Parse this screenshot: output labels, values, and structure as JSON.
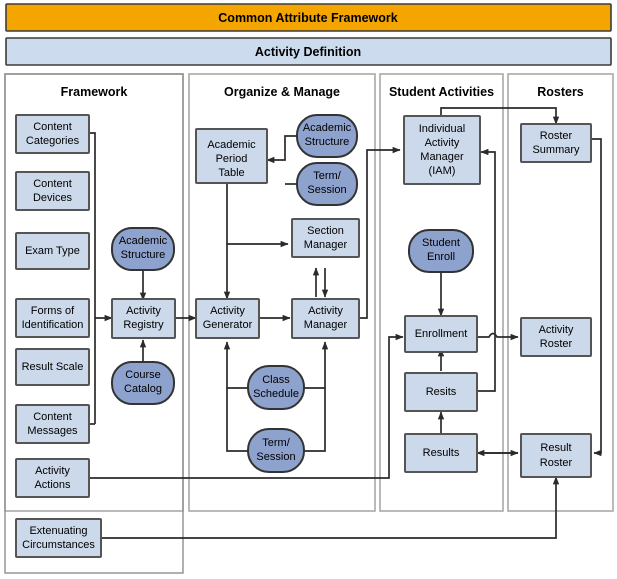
{
  "banner": {
    "top_title": "Common Attribute Framework",
    "top_color": "#f5a500",
    "sub_title": "Activity Definition",
    "sub_color": "#ccdcee"
  },
  "palette": {
    "rect_fill": "#ccd9ea",
    "pill_fill": "#8ea2ce",
    "border": "#555555",
    "connector": "#2b2b2b",
    "panel_border": "#a8a8a8"
  },
  "panels": [
    {
      "id": "framework",
      "title": "Framework"
    },
    {
      "id": "organize",
      "title": "Organize & Manage"
    },
    {
      "id": "student",
      "title": "Student Activities"
    },
    {
      "id": "rosters",
      "title": "Rosters"
    }
  ],
  "nodes": {
    "framework": [
      {
        "id": "content-categories",
        "shape": "rect",
        "lines": [
          "Content",
          "Categories"
        ]
      },
      {
        "id": "content-devices",
        "shape": "rect",
        "lines": [
          "Content",
          "Devices"
        ]
      },
      {
        "id": "exam-type",
        "shape": "rect",
        "lines": [
          "Exam Type"
        ]
      },
      {
        "id": "forms-of-identification",
        "shape": "rect",
        "lines": [
          "Forms of",
          "Identification"
        ]
      },
      {
        "id": "result-scale",
        "shape": "rect",
        "lines": [
          "Result Scale"
        ]
      },
      {
        "id": "content-messages",
        "shape": "rect",
        "lines": [
          "Content",
          "Messages"
        ]
      },
      {
        "id": "activity-actions",
        "shape": "rect",
        "lines": [
          "Activity",
          "Actions"
        ]
      },
      {
        "id": "extenuating-circumstances",
        "shape": "rect",
        "lines": [
          "Extenuating",
          "Circumstances"
        ]
      },
      {
        "id": "academic-structure-fw",
        "shape": "pill",
        "lines": [
          "Academic",
          "Structure"
        ]
      },
      {
        "id": "activity-registry",
        "shape": "rect",
        "lines": [
          "Activity",
          "Registry"
        ]
      },
      {
        "id": "course-catalog",
        "shape": "pill",
        "lines": [
          "Course",
          "Catalog"
        ]
      }
    ],
    "organize": [
      {
        "id": "academic-period-table",
        "shape": "rect",
        "lines": [
          "Academic",
          "Period",
          "Table"
        ]
      },
      {
        "id": "academic-structure-om",
        "shape": "pill",
        "lines": [
          "Academic",
          "Structure"
        ]
      },
      {
        "id": "term-session-top",
        "shape": "pill",
        "lines": [
          "Term/",
          "Session"
        ]
      },
      {
        "id": "section-manager",
        "shape": "rect",
        "lines": [
          "Section",
          "Manager"
        ]
      },
      {
        "id": "activity-generator",
        "shape": "rect",
        "lines": [
          "Activity",
          "Generator"
        ]
      },
      {
        "id": "activity-manager",
        "shape": "rect",
        "lines": [
          "Activity",
          "Manager"
        ]
      },
      {
        "id": "class-schedule",
        "shape": "pill",
        "lines": [
          "Class",
          "Schedule"
        ]
      },
      {
        "id": "term-session-bottom",
        "shape": "pill",
        "lines": [
          "Term/",
          "Session"
        ]
      }
    ],
    "student": [
      {
        "id": "individual-activity-manager",
        "shape": "rect",
        "lines": [
          "Individual",
          "Activity",
          "Manager",
          "(IAM)"
        ]
      },
      {
        "id": "student-enroll",
        "shape": "pill",
        "lines": [
          "Student",
          "Enroll"
        ]
      },
      {
        "id": "enrollment",
        "shape": "rect",
        "lines": [
          "Enrollment"
        ]
      },
      {
        "id": "resits",
        "shape": "rect",
        "lines": [
          "Resits"
        ]
      },
      {
        "id": "results",
        "shape": "rect",
        "lines": [
          "Results"
        ]
      }
    ],
    "rosters": [
      {
        "id": "roster-summary",
        "shape": "rect",
        "lines": [
          "Roster",
          "Summary"
        ]
      },
      {
        "id": "activity-roster",
        "shape": "rect",
        "lines": [
          "Activity",
          "Roster"
        ]
      },
      {
        "id": "result-roster",
        "shape": "rect",
        "lines": [
          "Result",
          "Roster"
        ]
      }
    ]
  }
}
